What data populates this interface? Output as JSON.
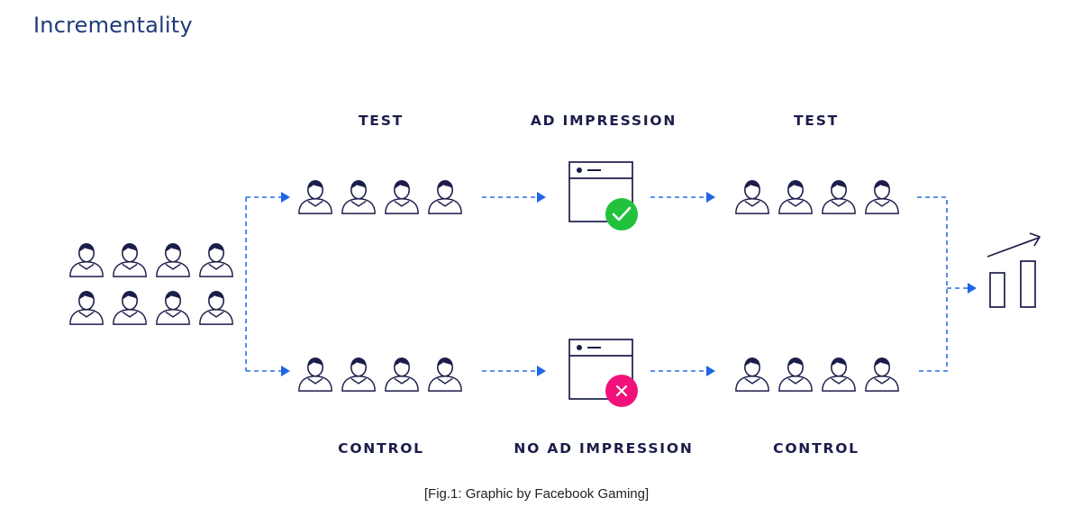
{
  "title": "Incrementality",
  "labels": {
    "test_top_left": "TEST",
    "ad_impression": "AD IMPRESSION",
    "test_top_right": "TEST",
    "control_bottom_left": "CONTROL",
    "no_ad_impression": "NO AD IMPRESSION",
    "control_bottom_right": "CONTROL"
  },
  "caption": "[Fig.1: Graphic by Facebook Gaming]",
  "colors": {
    "navy": "#1b1d4a",
    "blue_arrow": "#1f66e6",
    "check_green": "#22c23d",
    "cross_pink": "#f0127a",
    "title_blue": "#1f3a7a"
  },
  "icons": {
    "person": "person-icon",
    "ad_window": "ad-window-icon",
    "check": "check-icon",
    "cross": "cross-icon",
    "chart": "bar-chart-uptrend-icon"
  },
  "status": {
    "test_impression": "check",
    "control_impression": "cross"
  }
}
